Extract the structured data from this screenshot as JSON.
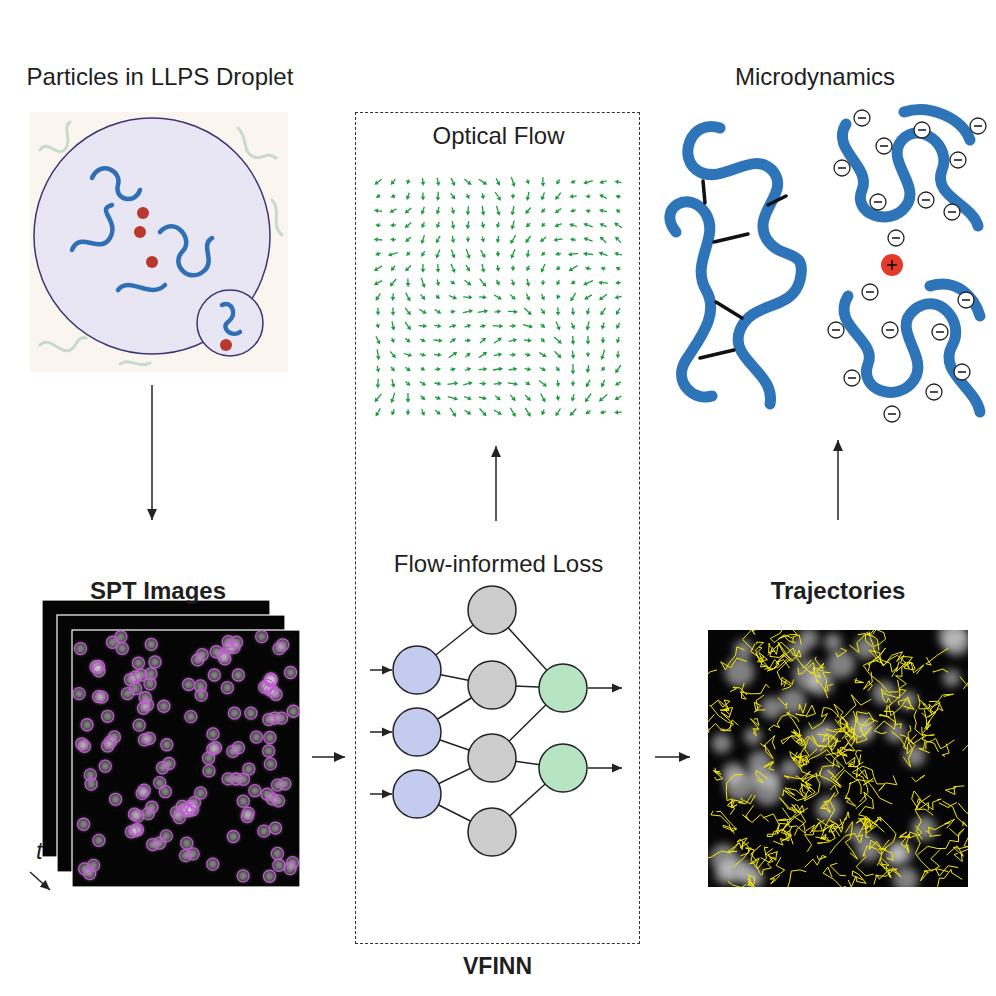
{
  "diagram": {
    "nodes": [
      {
        "text": [
          "Particles in LLPS Droplet"
        ]
      },
      {
        "text": [
          "SPT Images"
        ]
      },
      {
        "text": [
          "VFINN"
        ]
      },
      {
        "text": [
          "Optical Flow"
        ],
        "in": 2
      },
      {
        "text": [
          "Flow-informed Loss"
        ],
        "in": 2
      },
      {
        "text": [
          "Trajectories"
        ]
      },
      {
        "text": [
          "Microdynamics"
        ]
      }
    ],
    "edges": [
      {
        "from": 0,
        "to": 1,
        "arrow": "to"
      },
      {
        "from": 1,
        "to": 2,
        "arrow": "to"
      },
      {
        "from": 4,
        "to": 3,
        "arrow": "to"
      },
      {
        "from": 2,
        "to": 5,
        "arrow": "to"
      },
      {
        "from": 5,
        "to": 6,
        "arrow": "to"
      }
    ],
    "labels": [
      "t"
    ]
  }
}
